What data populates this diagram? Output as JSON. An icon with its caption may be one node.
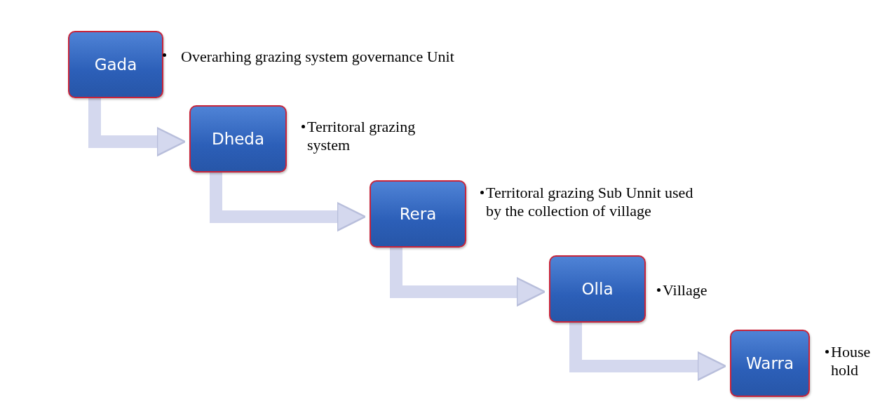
{
  "diagram": {
    "nodes": [
      {
        "text": [
          "Gada"
        ],
        "beside": [
          "Overarhing grazing system governance Unit"
        ]
      },
      {
        "text": [
          "Dheda"
        ],
        "beside": [
          "Territoral grazing system"
        ]
      },
      {
        "text": [
          "Rera"
        ],
        "beside": [
          "Territoral grazing Sub Unnit used by the collection of village"
        ]
      },
      {
        "text": [
          "Olla"
        ],
        "beside": [
          "Village"
        ]
      },
      {
        "text": [
          "Warra"
        ],
        "beside": [
          "House hold"
        ]
      }
    ],
    "edges": [
      {
        "from": 0,
        "to": 1,
        "arrow": "to"
      },
      {
        "from": 1,
        "to": 2,
        "arrow": "to"
      },
      {
        "from": 2,
        "to": 3,
        "arrow": "to"
      },
      {
        "from": 3,
        "to": 4,
        "arrow": "to"
      }
    ]
  }
}
